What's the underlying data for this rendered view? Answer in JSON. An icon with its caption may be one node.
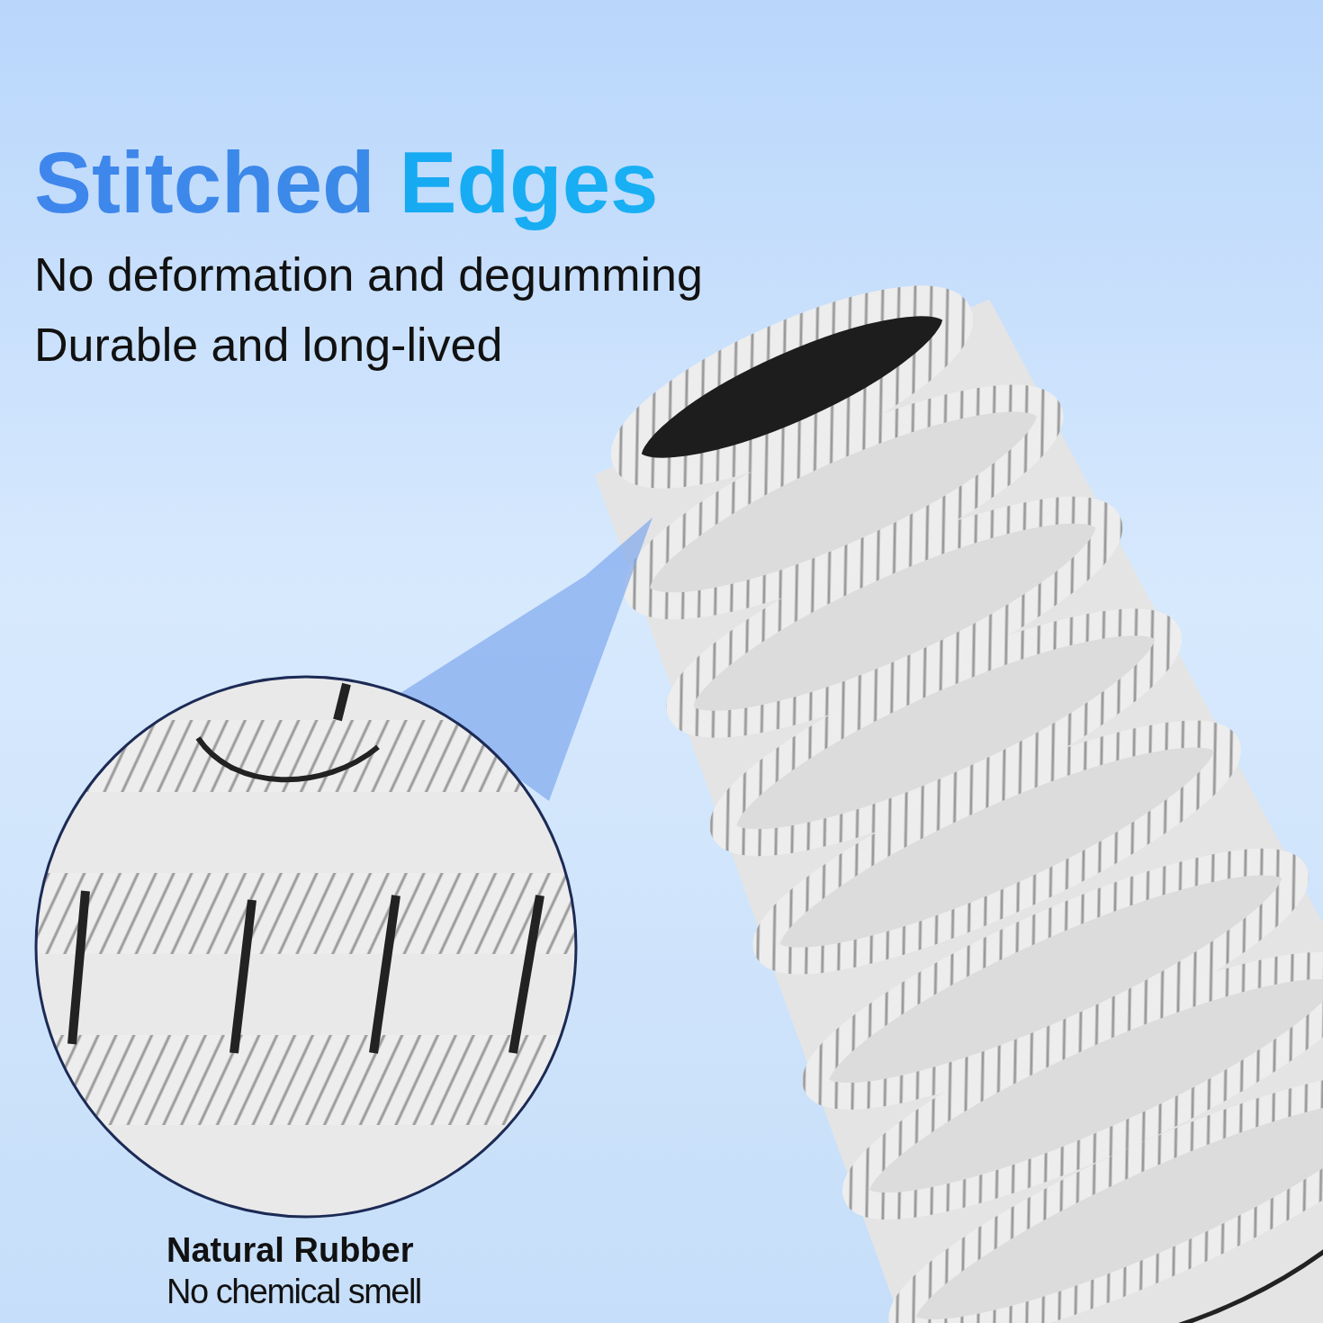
{
  "diagram": {
    "title": "Stitched Edges",
    "labels": [
      "No deformation and degumming",
      "Durable and long-lived",
      "Natural Rubber",
      "No chemical smell"
    ]
  }
}
